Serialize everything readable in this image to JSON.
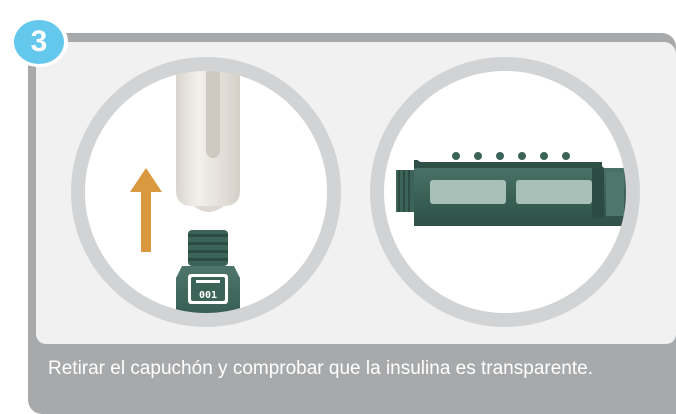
{
  "step": {
    "number": "3"
  },
  "caption": {
    "text": "Retirar el capuchón y comprobar que la insulina es transparente."
  },
  "pen_label": {
    "text": "001"
  },
  "illustrations": {
    "left": {
      "subject": "pen-cap-removal",
      "arrow_direction": "up"
    },
    "right": {
      "subject": "insulin-cartridge-transparent"
    }
  },
  "colors": {
    "badge": "#64c8ec",
    "card_gray": "#a7a9ab",
    "panel": "#f1f1f2",
    "ring": "#d1d3d4",
    "pen_green": "#3c6358",
    "arrow": "#d9993e",
    "cap": "#e9e5e0"
  }
}
